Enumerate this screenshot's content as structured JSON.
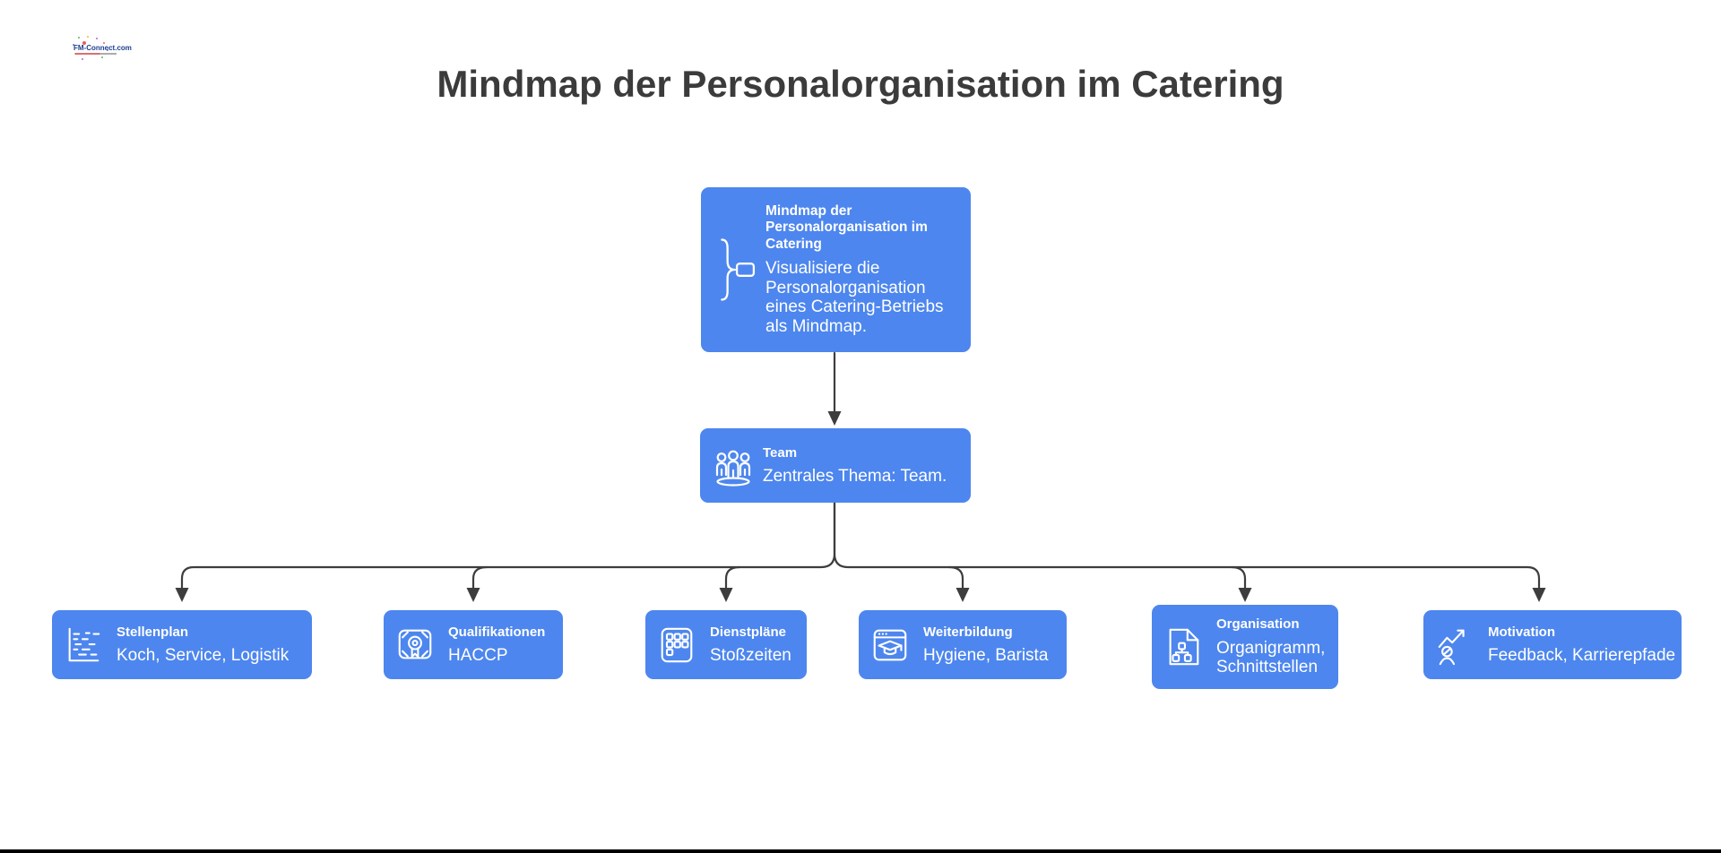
{
  "page": {
    "title": "Mindmap der Personalorganisation im Catering",
    "logo": "FM-Connect.com"
  },
  "colors": {
    "node_blue": "#4d86ee",
    "connector": "#3d3d3d",
    "heading_text": "#3b3b3b",
    "node_text": "#ffffff"
  },
  "mindmap": {
    "root": {
      "icon": "mindmap-icon",
      "title": "Mindmap der Personalorganisation im Catering",
      "description": "Visualisiere die Personalorganisation eines Catering-Betriebs als Mindmap."
    },
    "central": {
      "icon": "team-people-icon",
      "title": "Team",
      "description": "Zentrales Thema: Team."
    },
    "children": [
      {
        "icon": "gantt-plan-icon",
        "title": "Stellenplan",
        "description": "Koch, Service, Logistik"
      },
      {
        "icon": "certificate-icon",
        "title": "Qualifikationen",
        "description": "HACCP"
      },
      {
        "icon": "schedule-grid-icon",
        "title": "Dienstpläne",
        "description": "Stoßzeiten"
      },
      {
        "icon": "online-training-icon",
        "title": "Weiterbildung",
        "description": "Hygiene, Barista"
      },
      {
        "icon": "org-chart-document-icon",
        "title": "Organisation",
        "description": "Organigramm, Schnittstellen"
      },
      {
        "icon": "career-growth-icon",
        "title": "Motivation",
        "description": "Feedback, Karrierepfade"
      }
    ]
  }
}
